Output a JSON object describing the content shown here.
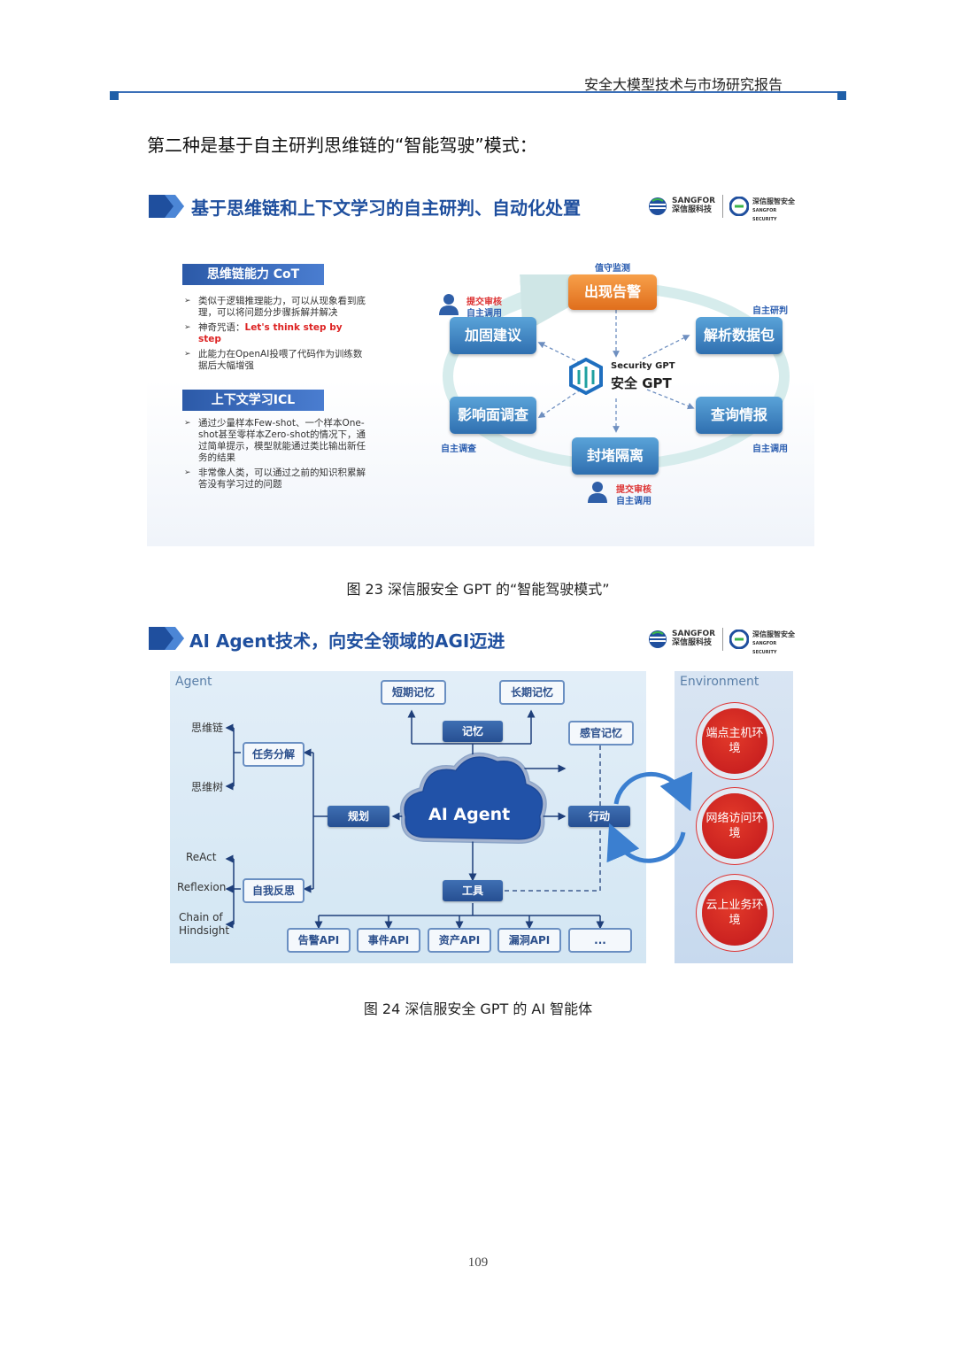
{
  "header": {
    "title": "安全大模型技术与市场研究报告"
  },
  "intro_text": "第二种是基于自主研判思维链的“智能驾驶”模式：",
  "figure1": {
    "title": "基于思维链和上下文学习的自主研判、自动化处置",
    "logo_sangfor_en": "SANGFOR",
    "logo_sangfor_cn": "深信服科技",
    "logo_security_cn": "深信服智安全",
    "logo_security_en": "SANGFOR SECURITY",
    "cot": {
      "heading": "思维链能力 CoT",
      "b1": "类似于逻辑推理能力，可以从现象看到底理，可以将问题分步骤拆解并解决",
      "b2_prefix": "神奇咒语：",
      "b2_highlight": "Let's think step by step",
      "b3": "此能力在OpenAI投喂了代码作为训练数据后大幅增强"
    },
    "icl": {
      "heading": "上下文学习ICL",
      "b1": "通过少量样本Few-shot、一个样本One-shot甚至零样本Zero-shot的情况下，通过简单提示，模型就能通过类比输出新任务的结果",
      "b2": "非常像人类，可以通过之前的知识积累解答没有学习过的问题"
    },
    "cycle": {
      "center_en": "Security GPT",
      "center_cn": "安全 GPT",
      "n_top": "出现告警",
      "n_right_top": "解析数据包",
      "n_right_bottom": "查询情报",
      "n_bottom": "封堵隔离",
      "n_left_bottom": "影响面调查",
      "n_left_top": "加固建议",
      "l_top": "值守监测",
      "l_right_top": "自主研判",
      "l_right_bottom": "自主调用",
      "l_left_bottom": "自主调查",
      "l_user1_red": "提交审核",
      "l_user1_blue": "自主调用",
      "l_user2_red": "提交审核",
      "l_user2_blue": "自主调用"
    },
    "caption": "图 23  深信服安全 GPT 的“智能驾驶模式”"
  },
  "figure2": {
    "title": "AI Agent技术，向安全领域的AGI迈进",
    "logo_sangfor_en": "SANGFOR",
    "logo_sangfor_cn": "深信服科技",
    "logo_security_cn": "深信服智安全",
    "logo_security_en": "SANGFOR SECURITY",
    "agent_label": "Agent",
    "env_label": "Environment",
    "center": "AI Agent",
    "memory_short": "短期记忆",
    "memory_long": "长期记忆",
    "memory": "记忆",
    "sensory": "感官记忆",
    "planning": "规划",
    "action": "行动",
    "tools": "工具",
    "task_decomp": "任务分解",
    "self_reflect": "自我反思",
    "cot": "思维链",
    "tot": "思维树",
    "react": "ReAct",
    "reflexion": "Reflexion",
    "coh": "Chain of Hindsight",
    "apis": [
      "告警API",
      "事件API",
      "资产API",
      "漏洞API",
      "..."
    ],
    "env": [
      "端点主机环境",
      "网络访问环境",
      "云上业务环境"
    ],
    "caption": "图 24  深信服安全 GPT 的 AI 智能体"
  },
  "page_number": "109",
  "colors": {
    "accent": "#1f5fa8",
    "node_blue": "#2f6fb0",
    "node_orange": "#e06e1c",
    "env_red": "#c0171c"
  }
}
